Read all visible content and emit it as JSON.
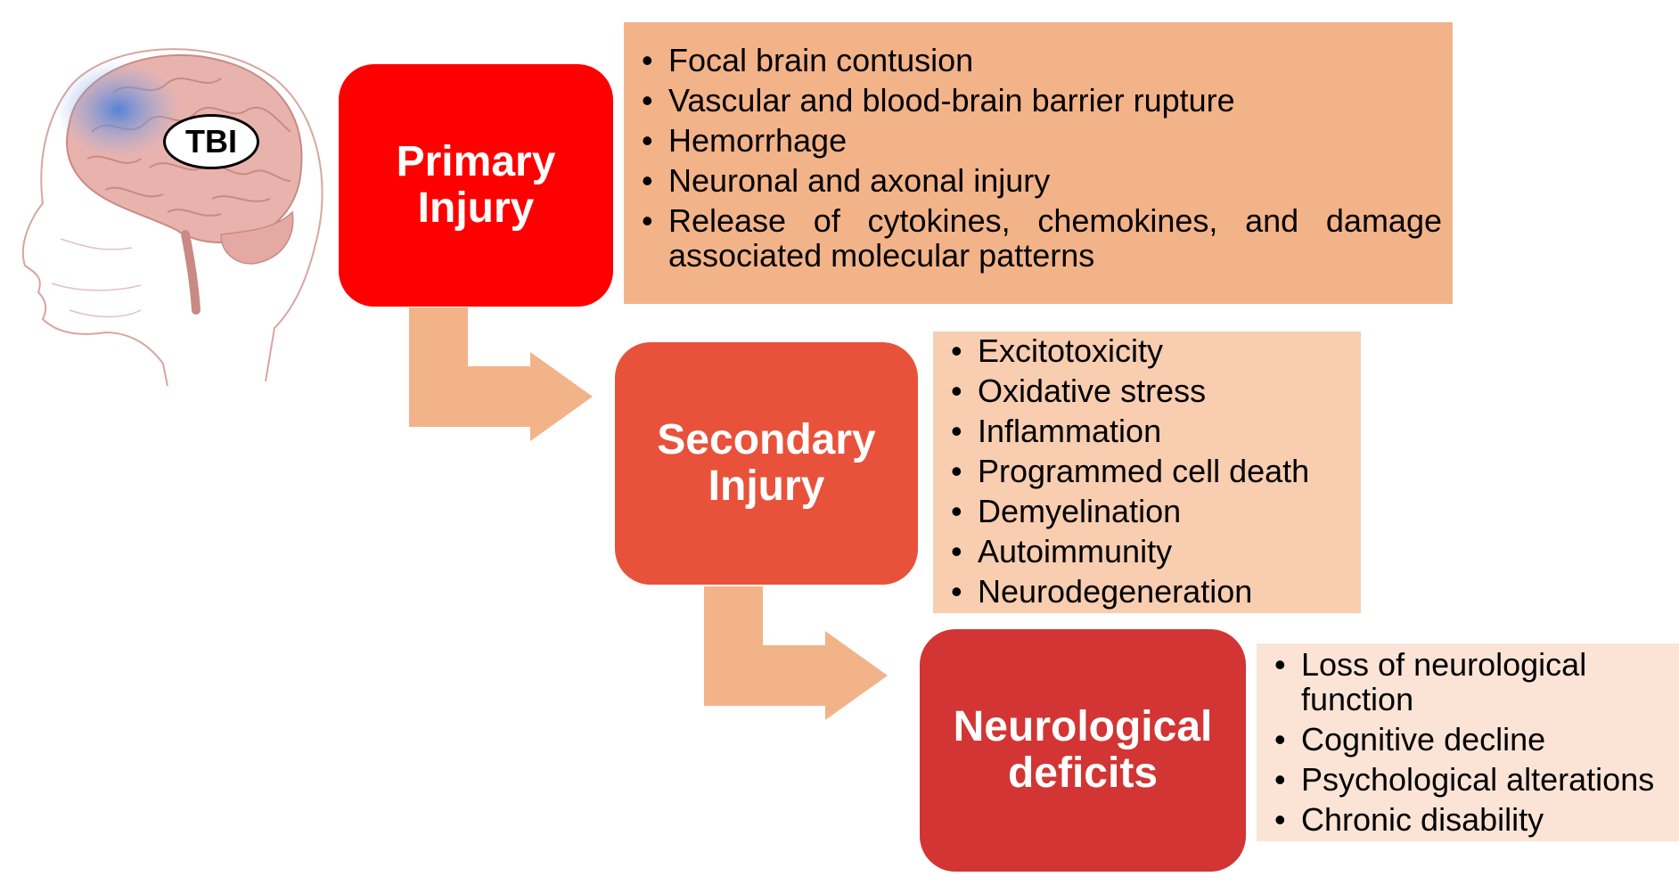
{
  "illustration": {
    "label": "TBI",
    "icon": "brain-head-icon"
  },
  "colors": {
    "primary": "#ff0000",
    "secondary": "#e8523a",
    "deficits": "#d23534",
    "arrow": "#f3b389",
    "list1_bg": "#f3b389",
    "list2_bg": "#f8cdb0",
    "list3_bg": "#fbe4d6"
  },
  "stages": [
    {
      "title_line1": "Primary",
      "title_line2": "Injury",
      "items": [
        "Focal brain contusion",
        "Vascular and blood-brain barrier rupture",
        "Hemorrhage",
        "Neuronal and axonal injury",
        "Release of cytokines, chemokines, and damage associated molecular patterns"
      ]
    },
    {
      "title_line1": "Secondary",
      "title_line2": "Injury",
      "items": [
        "Excitotoxicity",
        "Oxidative stress",
        "Inflammation",
        "Programmed cell death",
        "Demyelination",
        "Autoimmunity",
        "Neurodegeneration"
      ]
    },
    {
      "title_line1": "Neurological",
      "title_line2": "deficits",
      "items": [
        "Loss of neurological function",
        "Cognitive decline",
        "Psychological alterations",
        "Chronic disability"
      ]
    }
  ]
}
